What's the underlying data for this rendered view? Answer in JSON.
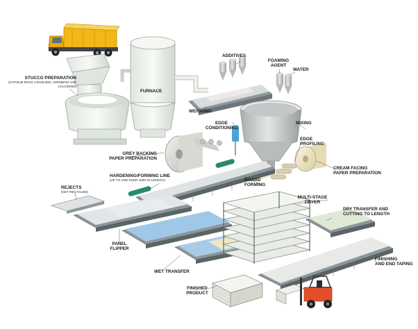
{
  "labels": {
    "stucco": {
      "title": "STUCCO PREPARATION",
      "sub": "(GYPSUM ROCK CRUSHING, GRINDING AND CALCINING)"
    },
    "furnace": "FURNACE",
    "additives": "ADDITIVES",
    "foaming": [
      "FOAMING",
      "AGENT"
    ],
    "water": "WATER",
    "weighing": "WEIGHING",
    "mixing": "MIXING",
    "edge_conditioning": [
      "EDGE",
      "CONDITIONING"
    ],
    "edge_profiling": [
      "EDGE",
      "PROFILING"
    ],
    "grey_backing": [
      "GREY BACKING",
      "PAPER PREPARATION"
    ],
    "cream_facing": [
      "CREAM FACING",
      "PAPER PREPARATION"
    ],
    "hardening": {
      "title": "HARDENING/FORMING LINE",
      "sub": "(UP TO AND OVER 1000' IN LENGTH)"
    },
    "board_forming": [
      "BOARD",
      "FORMING"
    ],
    "rejects": {
      "title": "REJECTS",
      "sub": "(GET RECYCLED)"
    },
    "multi_stage": [
      "MULTI-STAGE",
      "DRYER"
    ],
    "dry_transfer": [
      "DRY TRANSFER AND",
      "CUTTING TO LENGTH"
    ],
    "panel_flipper": [
      "PANEL",
      "FLIPPER"
    ],
    "wet_transfer": "WET TRANSFER",
    "finishing": [
      "FINISHING",
      "AND END TAPING"
    ],
    "finished": [
      "FINISHED",
      "PRODUCT"
    ]
  },
  "colors": {
    "truck_body": "#f2b818",
    "truck_cab": "#e8a810",
    "plant_white": "#eef2ec",
    "hopper_grey": "#c9cccb",
    "conveyor_frame": "#8d969b",
    "conveyor_belt": "#5a6366",
    "board_blue": "#9fc8e8",
    "board_cream": "#efe7c7",
    "roller_green": "#2a8a6e",
    "forklift_orange": "#e2502a"
  },
  "icons": [
    "dump-truck-icon",
    "forklift-icon"
  ]
}
